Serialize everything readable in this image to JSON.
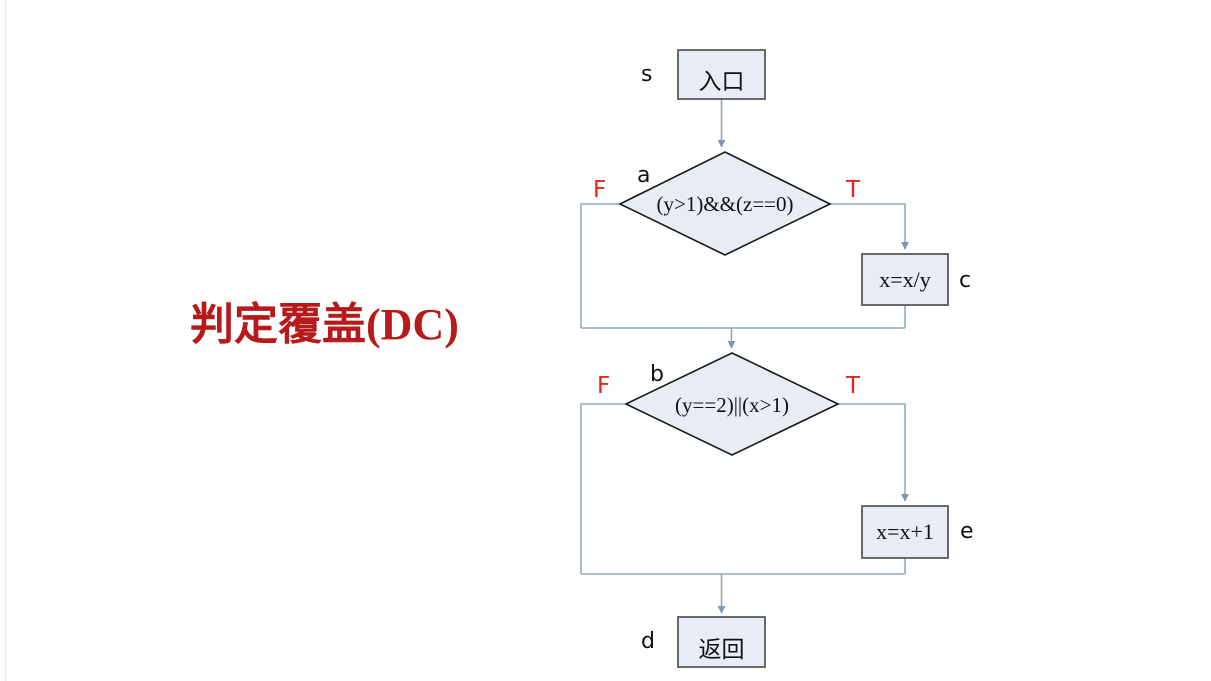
{
  "slide": {
    "title": "判定覆盖(DC)",
    "title_color": "#b61a1a",
    "background_color": "#ffffff"
  },
  "theme": {
    "connector_color": "#8faabf",
    "node_fill": "#e8ecf5",
    "node_stroke": "#5a5a5a",
    "diamond_stroke": "#1a1a1a",
    "true_false_label_color": "#e8231c",
    "node_label_color": "#111111"
  },
  "flowchart": {
    "type": "flowchart",
    "nodes": [
      {
        "id": "s",
        "tag": "s",
        "shape": "process",
        "text": "入口",
        "script": "cjk"
      },
      {
        "id": "a",
        "tag": "a",
        "shape": "decision",
        "text": "(y>1)&&(z==0)",
        "script": "latin"
      },
      {
        "id": "c",
        "tag": "c",
        "shape": "process",
        "text": "x=x/y",
        "script": "latin"
      },
      {
        "id": "b",
        "tag": "b",
        "shape": "decision",
        "text": "(y==2)||(x>1)",
        "script": "latin"
      },
      {
        "id": "e",
        "tag": "e",
        "shape": "process",
        "text": "x=x+1",
        "script": "latin"
      },
      {
        "id": "d",
        "tag": "d",
        "shape": "process",
        "text": "返回",
        "script": "cjk"
      }
    ],
    "branch_labels": {
      "decision_a": {
        "false": "F",
        "true": "T"
      },
      "decision_b": {
        "false": "F",
        "true": "T"
      }
    },
    "edges": [
      {
        "from": "s",
        "to": "a",
        "label": ""
      },
      {
        "from": "a",
        "to": "c",
        "label": "T"
      },
      {
        "from": "a",
        "to": "b",
        "label": "F"
      },
      {
        "from": "c",
        "to": "b",
        "label": ""
      },
      {
        "from": "b",
        "to": "e",
        "label": "T"
      },
      {
        "from": "b",
        "to": "d",
        "label": "F"
      },
      {
        "from": "e",
        "to": "d",
        "label": ""
      }
    ]
  }
}
